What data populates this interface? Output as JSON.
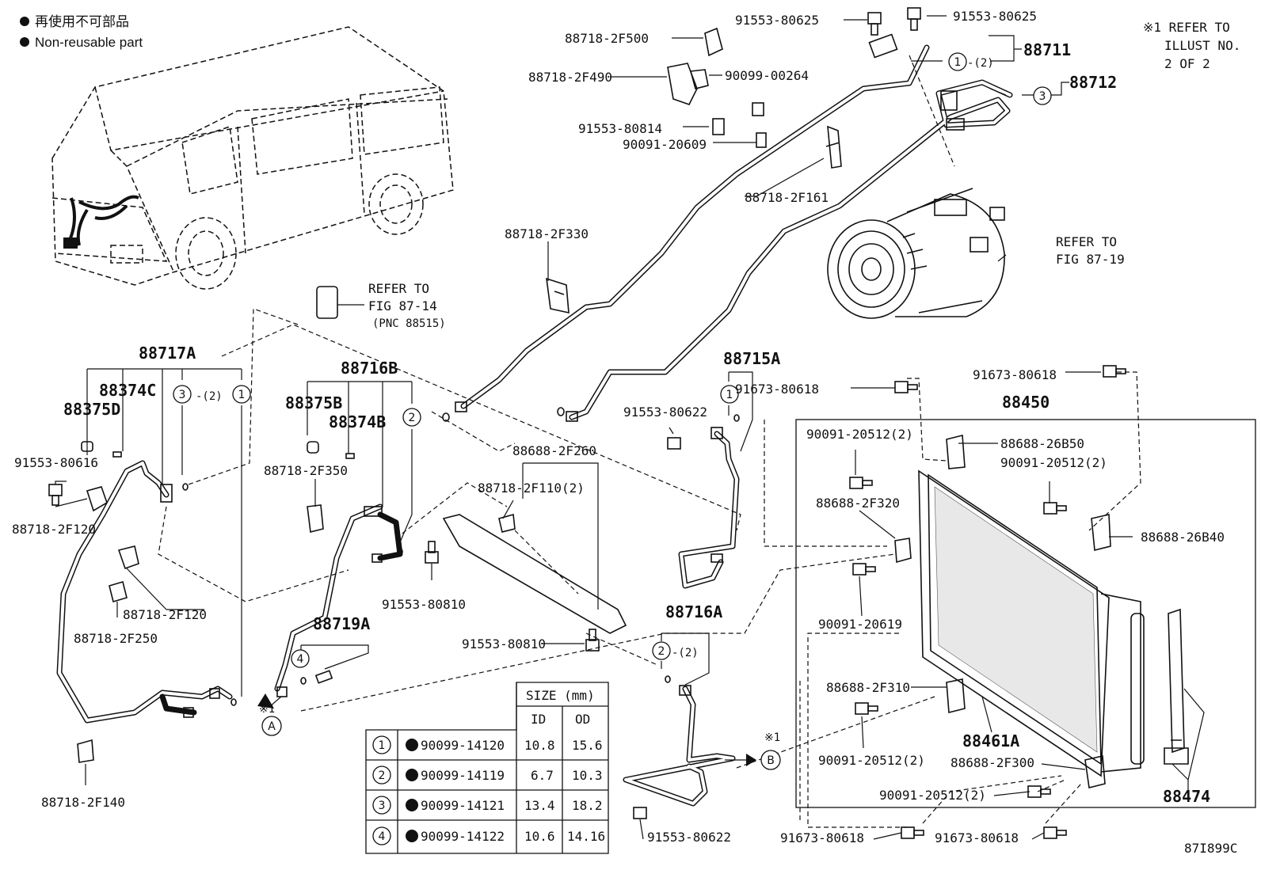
{
  "legend": {
    "line1": "再使用不可部品",
    "line2": "Non-reusable part"
  },
  "notes": {
    "refer_illust": [
      "※1  REFER TO",
      "ILLUST NO.",
      "2 OF 2"
    ],
    "refer_fig_87_19": [
      "REFER TO",
      "FIG 87-19"
    ],
    "refer_fig_87_14": [
      "REFER TO",
      "FIG 87-14",
      "(PNC 88515)"
    ],
    "figure_id": "87I899C"
  },
  "markers": {
    "a": "A",
    "b": "B",
    "ref_mark": "※1"
  },
  "labels": {
    "p91553_80625_a": "91553-80625",
    "p91553_80625_b": "91553-80625",
    "p88711": "88711",
    "p88712": "88712",
    "qty2": "-(2)",
    "p88718_2F500": "88718-2F500",
    "p88718_2F490": "88718-2F490",
    "p90099_00264": "90099-00264",
    "p91553_80814": "91553-80814",
    "p90091_20609": "90091-20609",
    "p88718_2F161": "88718-2F161",
    "p88718_2F330": "88718-2F330",
    "p88717A": "88717A",
    "p88374C": "88374C",
    "p88375D": "88375D",
    "p91553_80616": "91553-80616",
    "p88718_2F120_a": "88718-2F120",
    "p88718_2F120_b": "88718-2F120",
    "p88718_2F250": "88718-2F250",
    "p88718_2F140": "88718-2F140",
    "p88716B": "88716B",
    "p88375B": "88375B",
    "p88374B": "88374B",
    "p88718_2F350": "88718-2F350",
    "p91553_80810_a": "91553-80810",
    "p91553_80810_b": "91553-80810",
    "p88719A": "88719A",
    "p88688_2F260": "88688-2F260",
    "p88718_2F110": "88718-2F110(2)",
    "p88715A": "88715A",
    "p91553_80622_a": "91553-80622",
    "p91553_80622_b": "91553-80622",
    "p88716A": "88716A",
    "p91673_80618_a": "91673-80618",
    "p91673_80618_b": "91673-80618",
    "p91673_80618_c": "91673-80618",
    "p91673_80618_d": "91673-80618",
    "p88450": "88450",
    "p90091_20512_a": "90091-20512(2)",
    "p88688_26B50": "88688-26B50",
    "p90091_20512_b": "90091-20512(2)",
    "p88688_2F320": "88688-2F320",
    "p88688_26B40": "88688-26B40",
    "p90091_20619": "90091-20619",
    "p88688_2F310": "88688-2F310",
    "p90091_20512_c": "90091-20512(2)",
    "p88461A": "88461A",
    "p88688_2F300": "88688-2F300",
    "p90091_20512_d": "90091-20512(2)",
    "p88474": "88474"
  },
  "size_table": {
    "header": "SIZE (mm)",
    "col_id": "ID",
    "col_od": "OD",
    "rows": [
      {
        "no": "1",
        "part": "90099-14120",
        "id": "10.8",
        "od": "15.6"
      },
      {
        "no": "2",
        "part": "90099-14119",
        "id": "6.7",
        "od": "10.3"
      },
      {
        "no": "3",
        "part": "90099-14121",
        "id": "13.4",
        "od": "18.2"
      },
      {
        "no": "4",
        "part": "90099-14122",
        "id": "10.6",
        "od": "14.16"
      }
    ]
  }
}
